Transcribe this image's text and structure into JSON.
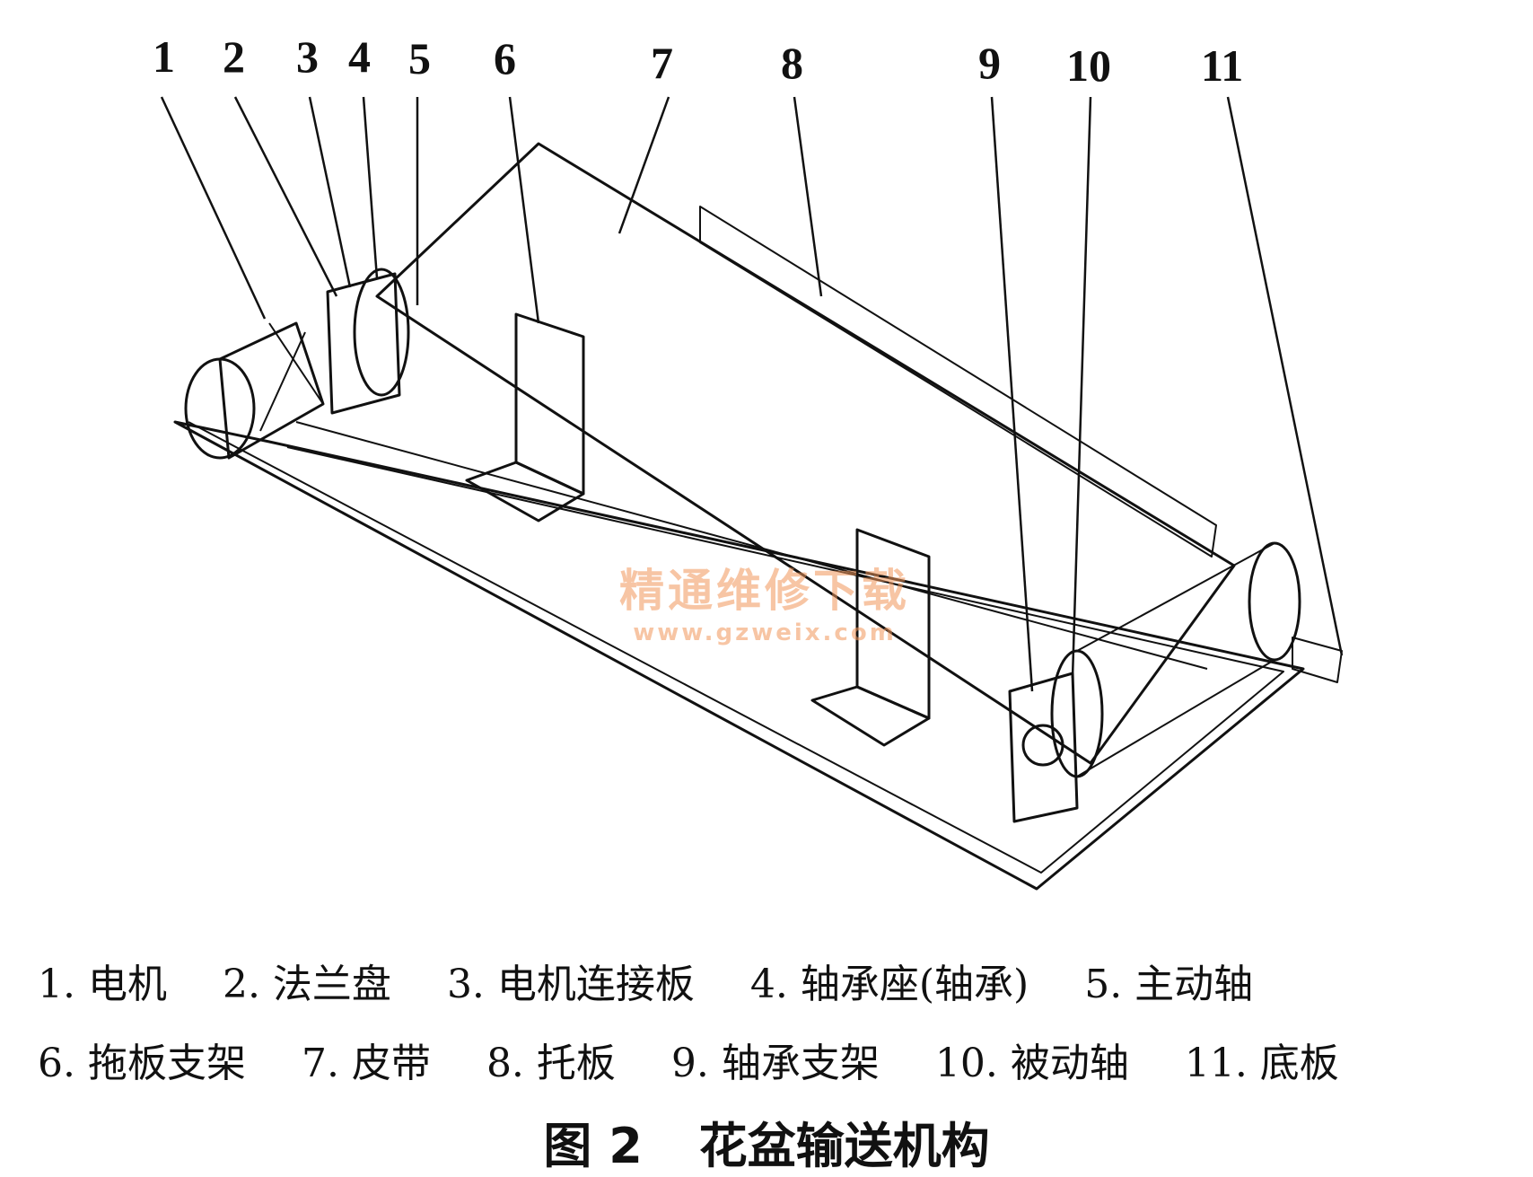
{
  "callouts": [
    "1",
    "2",
    "3",
    "4",
    "5",
    "6",
    "7",
    "8",
    "9",
    "10",
    "11"
  ],
  "legend": {
    "row1": [
      "1. 电机",
      "2. 法兰盘",
      "3. 电机连接板",
      "4. 轴承座(轴承)",
      "5. 主动轴"
    ],
    "row2": [
      "6. 拖板支架",
      "7. 皮带",
      "8. 托板",
      "9. 轴承支架",
      "10. 被动轴",
      "11. 底板"
    ]
  },
  "caption": {
    "label": "图 2",
    "title": "花盆输送机构"
  },
  "watermark": {
    "text": "精通维修下载",
    "url": "www.gzweix.com",
    "color": "#f0965a"
  }
}
